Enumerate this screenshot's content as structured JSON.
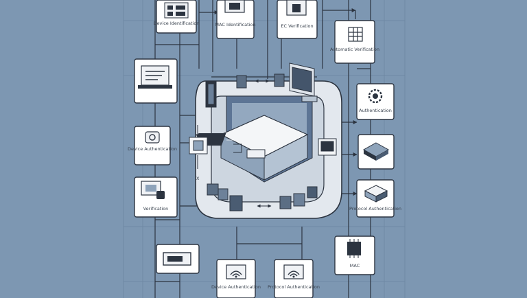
{
  "colors": {
    "background": "#7d97b2",
    "line": "#2c3440",
    "card_fill": "#ffffff",
    "platform": "#e3e8ee",
    "accent_blue": "#3f5f86"
  },
  "labels": {
    "device_identification_top": "Device Identification",
    "mac_identification": "MAC Identification",
    "ec_verification": "EC Verification",
    "automatic_verification": "Automatic Verification",
    "authentication": "Authentication",
    "device_authentication": "Device Authentication",
    "verification": "Verification",
    "protocol_authentication": "Protocol Authentication",
    "mac": "MAC",
    "device_authentication_bottom": "Device Authentication",
    "protocol_authentication_bottom": "Protocol Authentication",
    "axis_x_mark": "X"
  },
  "icons": {
    "tablet": "tablet-icon",
    "laptop": "laptop-icon",
    "lock": "lock-icon",
    "gear": "gear-icon",
    "chip": "chip-icon",
    "router": "router-icon",
    "wifi": "wifi-icon",
    "monitor": "monitor-icon"
  }
}
